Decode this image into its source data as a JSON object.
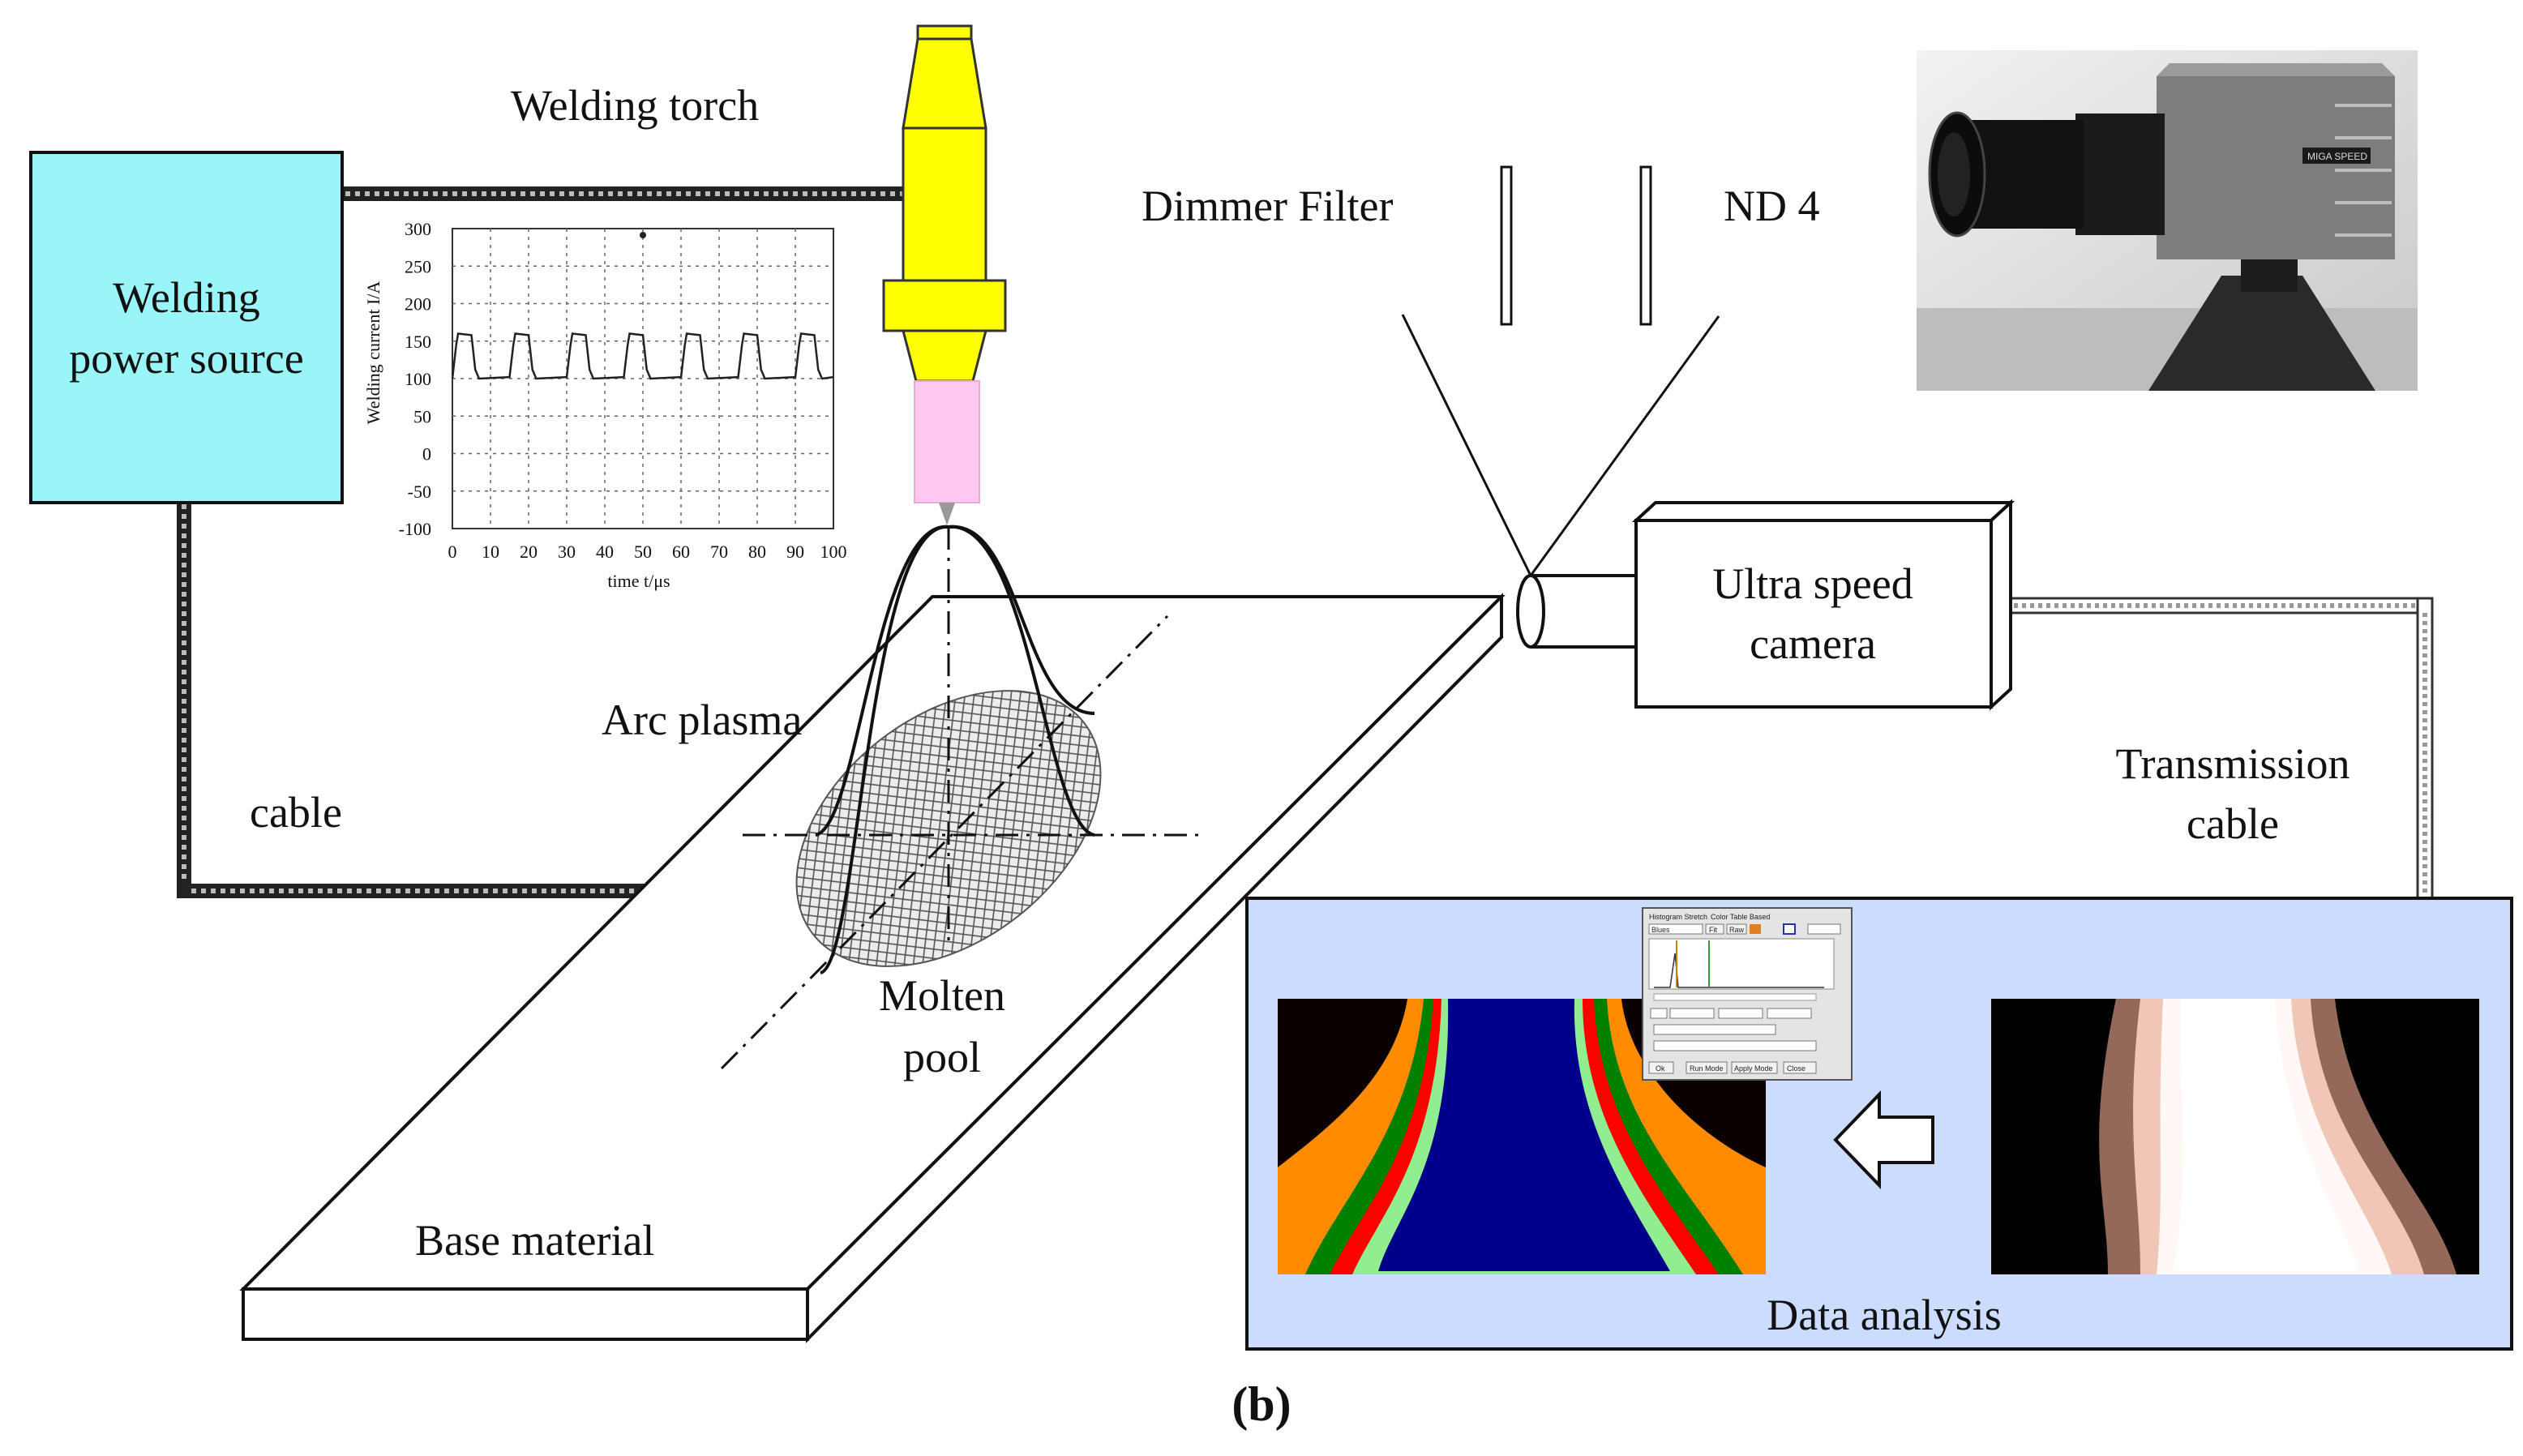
{
  "figure": {
    "caption": "(b)",
    "labels": {
      "welding_torch": "Welding torch",
      "power_source_line1": "Welding",
      "power_source_line2": "power source",
      "cable": "cable",
      "arc_plasma": "Arc plasma",
      "molten_pool_line1": "Molten",
      "molten_pool_line2": "pool",
      "base_material": "Base material",
      "dimmer_filter": "Dimmer Filter",
      "nd4": "ND 4",
      "camera_line1": "Ultra speed",
      "camera_line2": "camera",
      "transmission_line1": "Transmission",
      "transmission_line2": "cable",
      "data_analysis": "Data analysis",
      "camera_brand": "MIGA SPEED"
    },
    "colors": {
      "power_box": "#99f5f8",
      "torch": "#ffff00",
      "nozzle": "#ffc8f0",
      "analysis_panel": "#ccdcff",
      "pool_blue": "#00008b",
      "pool_green": "#008000",
      "pool_red": "#ff0000",
      "pool_orange": "#ff8c00",
      "pool_light_green": "#90ee90"
    },
    "histogram_window": {
      "tabs": [
        "Histogram Stretch",
        "Color Table Based"
      ],
      "buttons": [
        "Fit",
        "Raw",
        "Ok",
        "Run Mode",
        "Apply Mode",
        "Close"
      ],
      "select_value": "Blues"
    }
  },
  "chart_data": {
    "type": "line",
    "xlabel": "time  t/μs",
    "ylabel": "Welding current  I/A",
    "x_ticks": [
      0,
      10,
      20,
      30,
      40,
      50,
      60,
      70,
      80,
      90,
      100
    ],
    "y_ticks": [
      300,
      250,
      200,
      150,
      100,
      50,
      0,
      -50,
      -100
    ],
    "xlim": [
      0,
      100
    ],
    "ylim": [
      -100,
      300
    ],
    "grid": true,
    "series": [
      {
        "x": [
          0,
          1,
          1.5,
          5,
          6,
          7,
          15,
          16,
          16.5,
          20,
          21,
          22,
          30,
          31,
          31.5,
          35,
          36,
          37,
          45,
          46,
          46.5,
          50,
          51,
          52,
          60,
          61,
          61.5,
          65,
          66,
          67,
          75,
          76,
          76.5,
          80,
          81,
          82,
          90,
          91,
          91.5,
          95,
          96,
          97,
          100
        ],
        "values": [
          100,
          145,
          160,
          158,
          112,
          100,
          102,
          145,
          160,
          158,
          112,
          100,
          102,
          145,
          160,
          158,
          112,
          100,
          102,
          145,
          160,
          158,
          112,
          100,
          102,
          145,
          160,
          158,
          112,
          100,
          102,
          145,
          160,
          158,
          112,
          100,
          102,
          145,
          160,
          158,
          112,
          100,
          102
        ]
      }
    ]
  }
}
